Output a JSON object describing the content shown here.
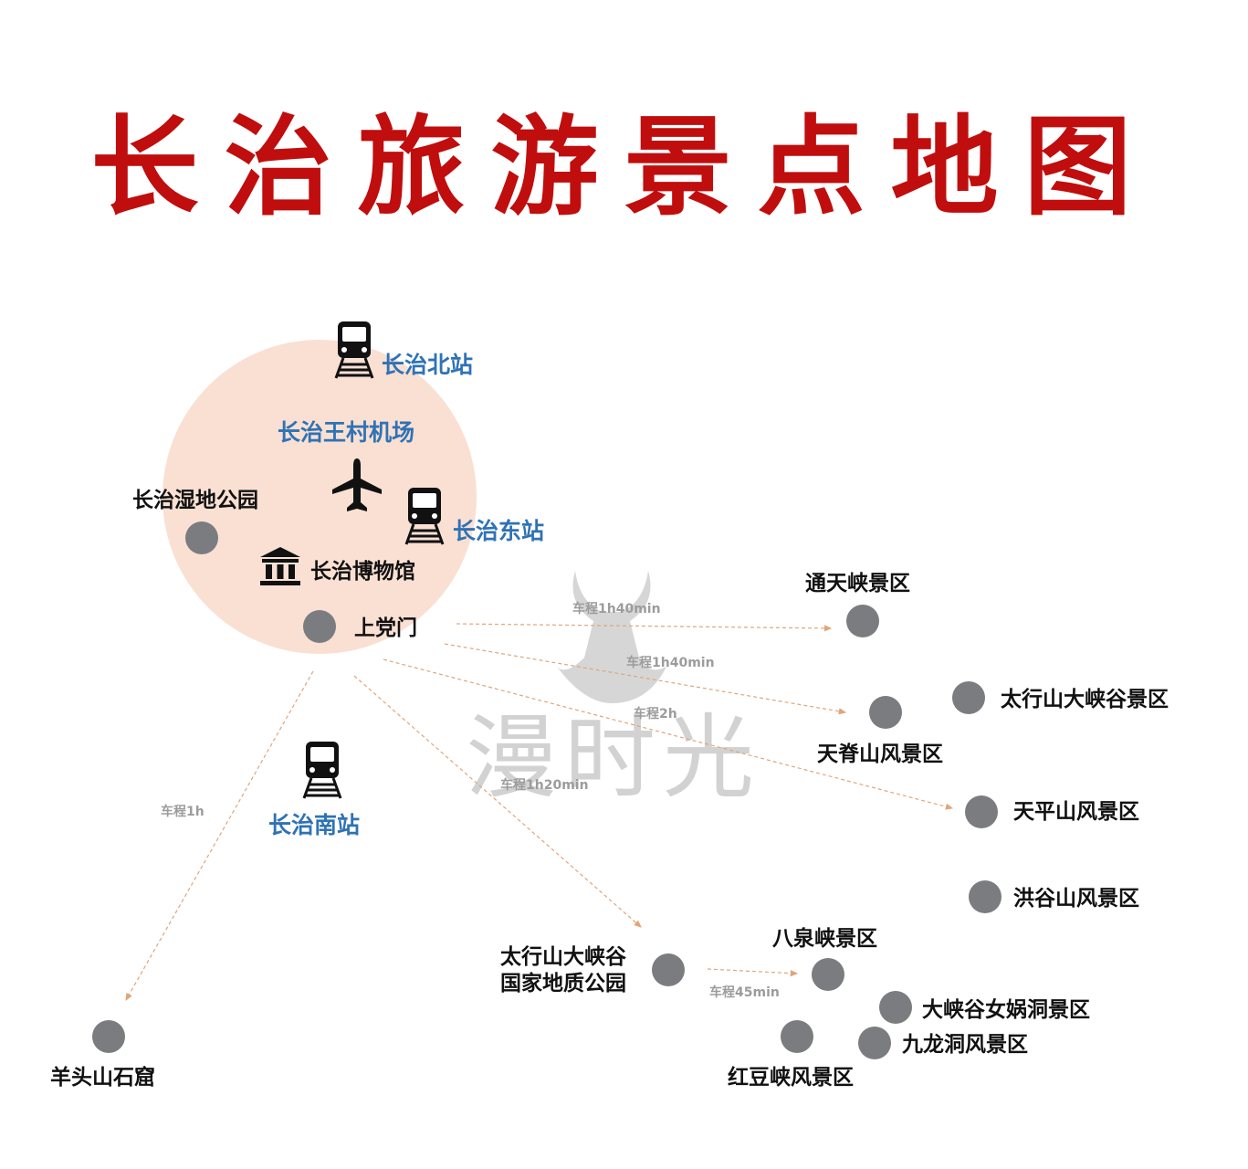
{
  "title": "长治旅游景点地图",
  "watermark": "漫时光",
  "colors": {
    "title": "#c00d0d",
    "station_label": "#2f72b5",
    "halo": "#f9e0d3",
    "dot": "#7b7c80",
    "route": "#e0a57a",
    "time_label": "#9c9c9c"
  },
  "transport": {
    "north_station": "长治北站",
    "airport": "长治王村机场",
    "east_station": "长治东站",
    "south_station": "长治南站"
  },
  "city_center": {
    "wetland_park": "长治湿地公园",
    "museum": "长治博物馆",
    "shangdangmen": "上党门"
  },
  "attractions": {
    "tongtianxia": "通天峡景区",
    "taihang_canyon": "太行山大峡谷景区",
    "tianjishan": "天脊山风景区",
    "tianpingshan": "天平山风景区",
    "hongyushan": "洪谷山风景区",
    "geopark_line1": "太行山大峡谷",
    "geopark_line2": "国家地质公园",
    "baquanxia": "八泉峡景区",
    "nuwa_cave": "大峡谷女娲洞景区",
    "jiulong_cave": "九龙洞风景区",
    "hongdouxia": "红豆峡风景区",
    "yangtoushan": "羊头山石窟"
  },
  "routes": {
    "to_tongtianxia": "车程1h40min",
    "to_tianjishan": "车程1h40min",
    "to_tianpingshan": "车程2h",
    "to_geopark": "车程1h20min",
    "to_yangtoushan": "车程1h",
    "geopark_to_baquanxia": "车程45min"
  }
}
